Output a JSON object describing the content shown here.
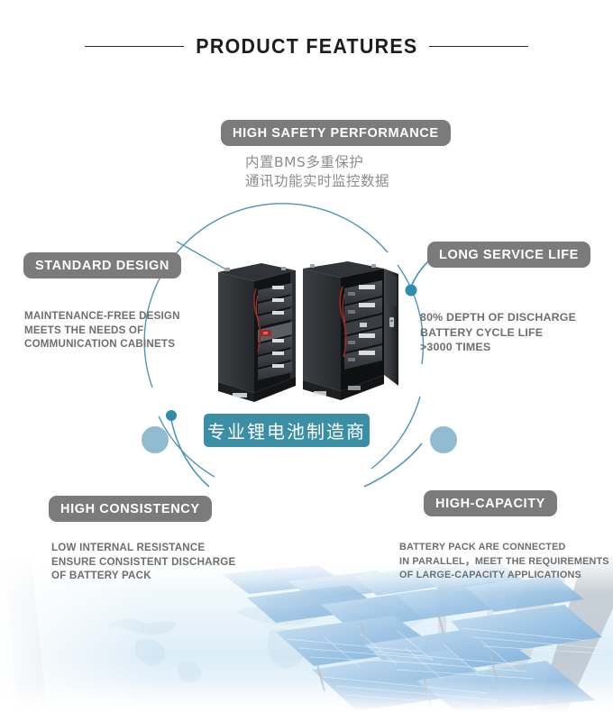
{
  "header": {
    "title": "PRODUCT FEATURES"
  },
  "center_badge": {
    "text": "专业锂电池制造商"
  },
  "features": [
    {
      "id": "high-safety-performance",
      "label": "HIGH SAFETY PERFORMANCE",
      "body": "内置BMS多重保护\n通讯功能实时监控数据",
      "body_lang": "zh"
    },
    {
      "id": "standard-design",
      "label": "STANDARD DESIGN",
      "body": "MAINTENANCE-FREE DESIGN\nMEETS THE NEEDS OF\nCOMMUNICATION CABINETS",
      "body_lang": "en"
    },
    {
      "id": "long-service-life",
      "label": "LONG SERVICE LIFE",
      "body": "80% DEPTH OF DISCHARGE\nBATTERY CYCLE LIFE\n>3000 TIMES",
      "body_lang": "en"
    },
    {
      "id": "high-consistency",
      "label": "HIGH CONSISTENCY",
      "body": "LOW INTERNAL RESISTANCE\nENSURE CONSISTENT DISCHARGE\nOF BATTERY PACK",
      "body_lang": "en"
    },
    {
      "id": "high-capacity",
      "label": "HIGH-CAPACITY",
      "body": "BATTERY PACK ARE CONNECTED\nIN PARALLEL，MEET THE REQUIREMENTS\nOF LARGE-CAPACITY APPLICATIONS",
      "body_lang": "en"
    }
  ],
  "colors": {
    "pill_gray": "#7b7b7b",
    "body_gray": "#6e6e6e",
    "accent_teal": "#3a8fa7",
    "ring_teal": "#4c96b3",
    "dot_solid": "#2f8cae",
    "dot_pale": "#92bad0",
    "title_black": "#1d1d1d"
  },
  "product_image": {
    "alt": "two black lithium battery cabinets with stacked rack modules"
  },
  "background_image": {
    "alt": "faded solar panel array over world map watermark"
  }
}
